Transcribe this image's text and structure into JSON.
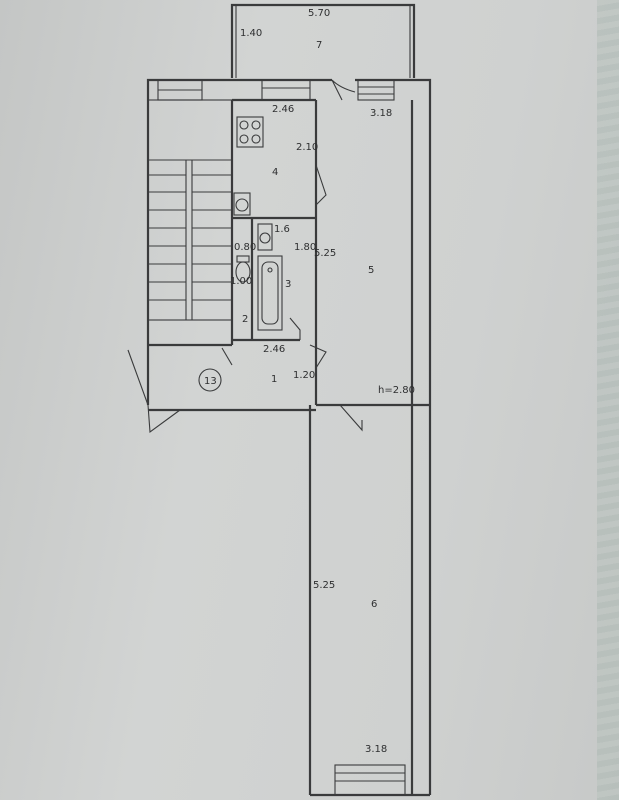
{
  "plan": {
    "rooms": {
      "r1": "1",
      "r2": "2",
      "r3": "3",
      "r4": "4",
      "r5": "5",
      "r6": "6",
      "r7": "7",
      "stair_mark": "13"
    },
    "dims": {
      "d570": "5.70",
      "d140": "1.40",
      "d246_kitchen": "2.46",
      "d318_top": "3.18",
      "d210": "2.10",
      "d525_room5": "5.25",
      "d180": "1.80",
      "d160": "1.6",
      "d080": "0.80",
      "d100": "1.00",
      "d246_hall": "2.46",
      "d120": "1.20",
      "d280": "h=2.80",
      "d525_room6": "5.25",
      "d318_bottom": "3.18"
    }
  }
}
